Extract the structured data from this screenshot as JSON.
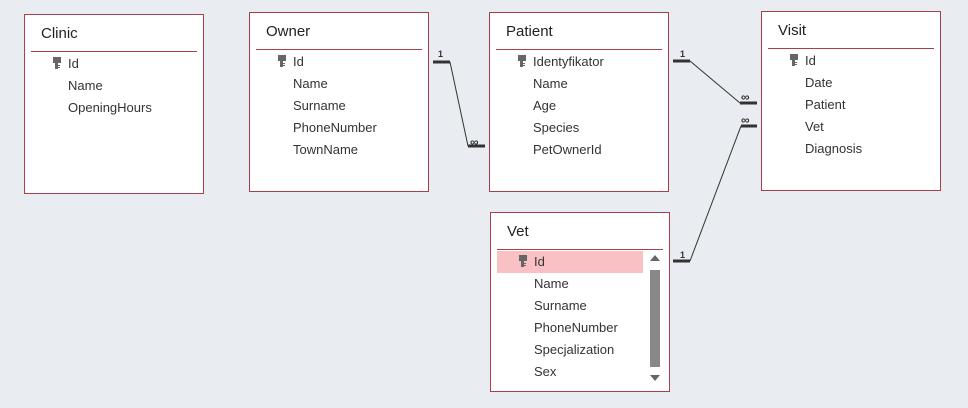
{
  "tables": {
    "clinic": {
      "title": "Clinic",
      "fields": [
        "Id",
        "Name",
        "OpeningHours"
      ]
    },
    "owner": {
      "title": "Owner",
      "fields": [
        "Id",
        "Name",
        "Surname",
        "PhoneNumber",
        "TownName"
      ]
    },
    "patient": {
      "title": "Patient",
      "fields": [
        "Identyfikator",
        "Name",
        "Age",
        "Species",
        "PetOwnerId"
      ]
    },
    "visit": {
      "title": "Visit",
      "fields": [
        "Id",
        "Date",
        "Patient",
        "Vet",
        "Diagnosis"
      ]
    },
    "vet": {
      "title": "Vet",
      "fields": [
        "Id",
        "Name",
        "Surname",
        "PhoneNumber",
        "Specjalization",
        "Sex"
      ]
    }
  },
  "relationships": {
    "one_label": "1",
    "many_label": "∞"
  },
  "colors": {
    "border": "#a8404c",
    "selected_field": "#f9c1c3",
    "background": "#e9ecf0"
  },
  "icons": {
    "primary_key": "key-icon"
  }
}
